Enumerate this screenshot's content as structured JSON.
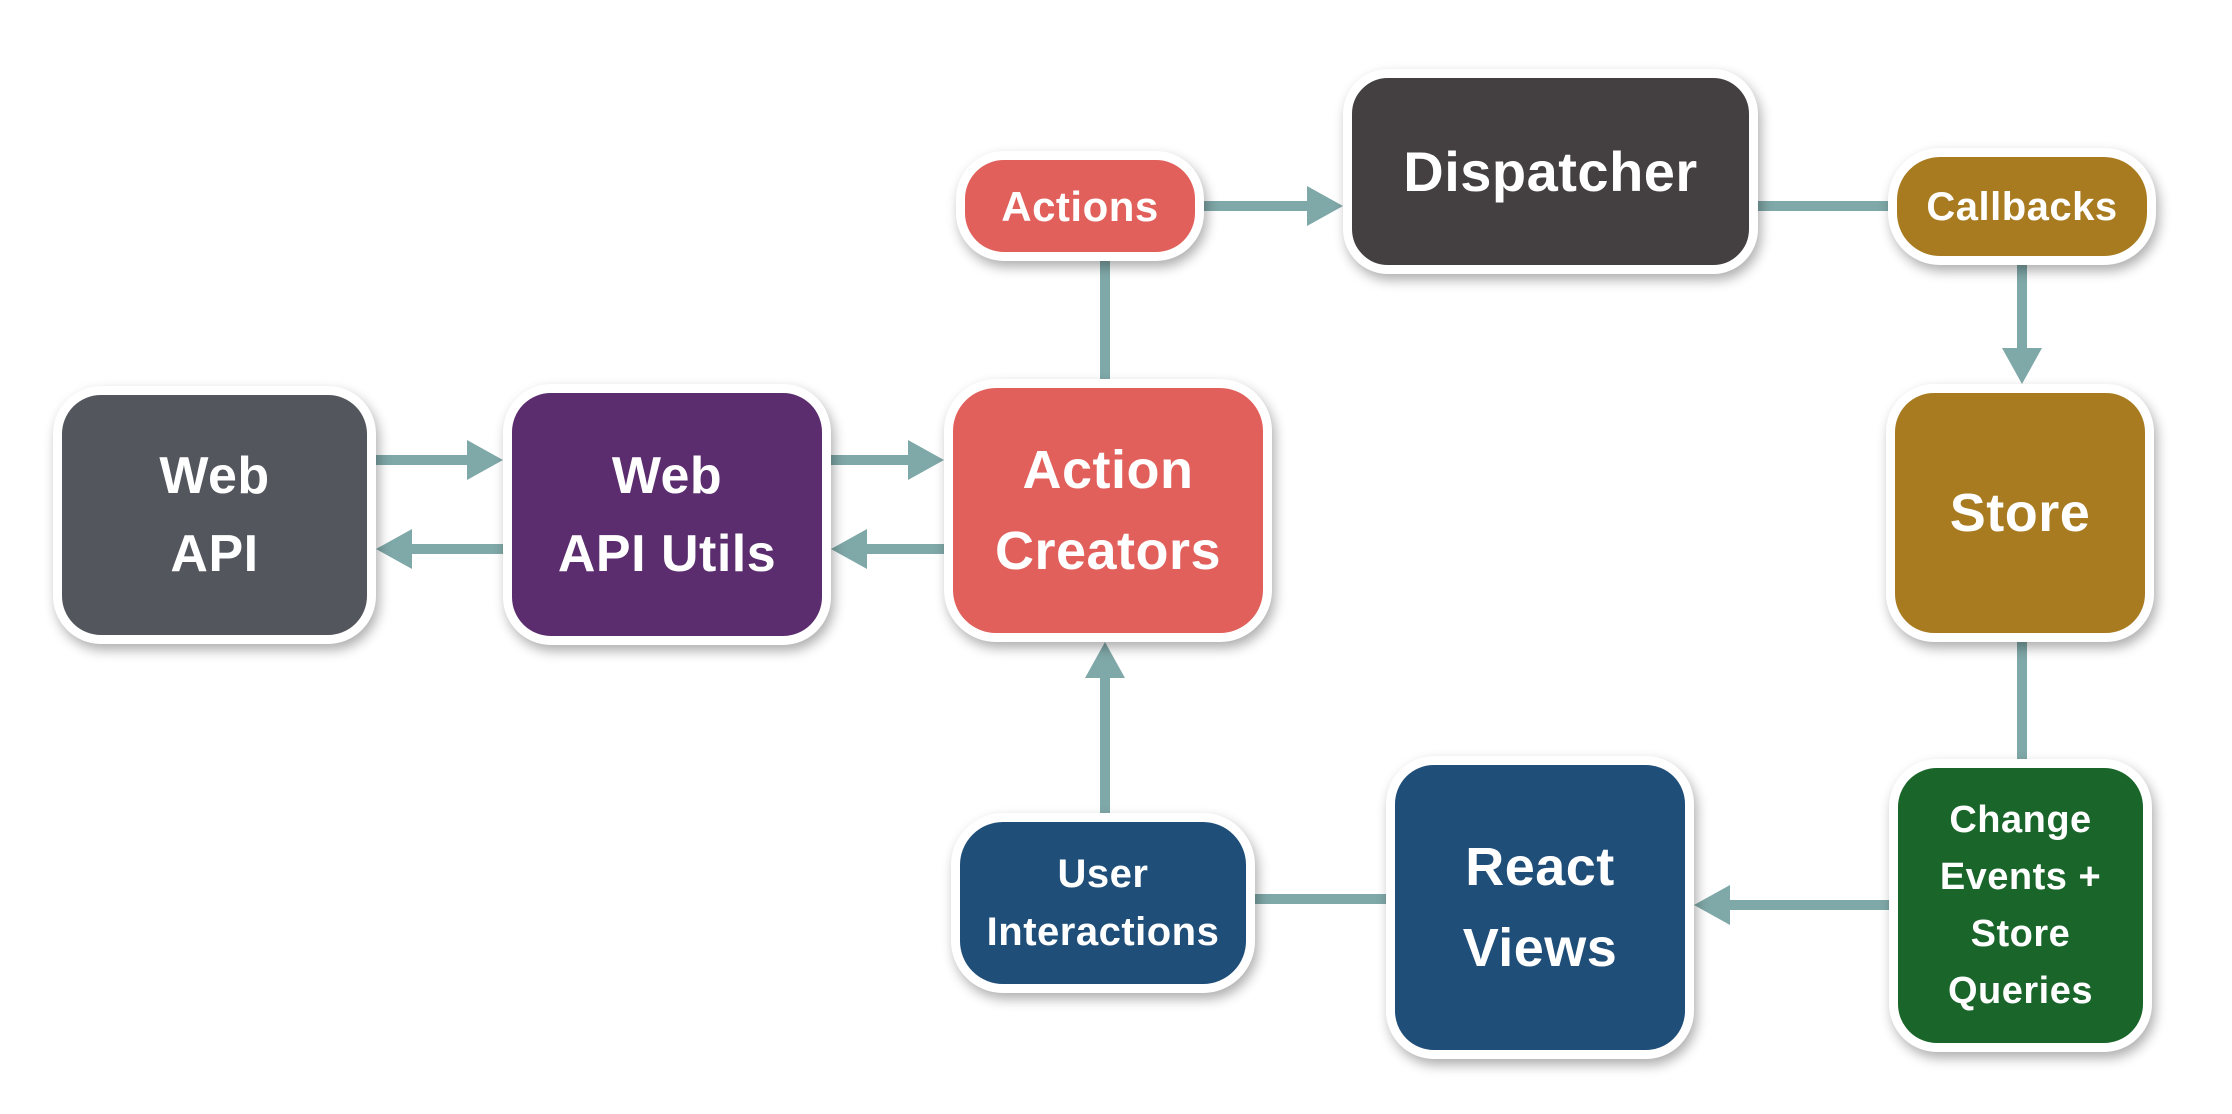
{
  "palette": {
    "background": "#FFFFFF",
    "arrow": "#7FA8A8",
    "node_border": "#FFFFFF",
    "text": "#FFFFFF",
    "slate_gray": "#54565E",
    "charcoal": "#444041",
    "purple": "#5B2D6F",
    "salmon": "#E2605B",
    "gold": "#A87B21",
    "green": "#19652A",
    "blue": "#1F4E79"
  },
  "nodes": {
    "web_api": {
      "label": "Web API",
      "lines": [
        "Web",
        "API"
      ],
      "color": "#54565E"
    },
    "web_api_utils": {
      "label": "Web API Utils",
      "lines": [
        "Web",
        "API Utils"
      ],
      "color": "#5B2D6F"
    },
    "action_creators": {
      "label": "Action Creators",
      "lines": [
        "Action",
        "Creators"
      ],
      "color": "#E2605B"
    },
    "actions": {
      "label": "Actions",
      "lines": [
        "Actions"
      ],
      "color": "#E2605B"
    },
    "dispatcher": {
      "label": "Dispatcher",
      "lines": [
        "Dispatcher"
      ],
      "color": "#444041"
    },
    "callbacks": {
      "label": "Callbacks",
      "lines": [
        "Callbacks"
      ],
      "color": "#A87B21"
    },
    "store": {
      "label": "Store",
      "lines": [
        "Store"
      ],
      "color": "#A87B21"
    },
    "change_events": {
      "label": "Change Events + Store Queries",
      "lines": [
        "Change",
        "Events +",
        "Store",
        "Queries"
      ],
      "color": "#19652A"
    },
    "react_views": {
      "label": "React Views",
      "lines": [
        "React",
        "Views"
      ],
      "color": "#1F4E79"
    },
    "user_interactions": {
      "label": "User Interactions",
      "lines": [
        "User",
        "Interactions"
      ],
      "color": "#1F4E79"
    }
  },
  "edges": [
    {
      "from": "Web API",
      "to": "Web API Utils",
      "arrowhead": true
    },
    {
      "from": "Web API Utils",
      "to": "Web API",
      "arrowhead": true
    },
    {
      "from": "Web API Utils",
      "to": "Action Creators",
      "arrowhead": true
    },
    {
      "from": "Action Creators",
      "to": "Web API Utils",
      "arrowhead": true
    },
    {
      "from": "Action Creators",
      "to": "Actions",
      "arrowhead": false
    },
    {
      "from": "Actions",
      "to": "Dispatcher",
      "arrowhead": true
    },
    {
      "from": "Dispatcher",
      "to": "Callbacks",
      "arrowhead": false
    },
    {
      "from": "Callbacks",
      "to": "Store",
      "arrowhead": true
    },
    {
      "from": "Store",
      "to": "Change Events + Store Queries",
      "arrowhead": false
    },
    {
      "from": "Change Events + Store Queries",
      "to": "React Views",
      "arrowhead": true
    },
    {
      "from": "React Views",
      "to": "User Interactions",
      "arrowhead": false
    },
    {
      "from": "User Interactions",
      "to": "Action Creators",
      "arrowhead": true
    }
  ]
}
